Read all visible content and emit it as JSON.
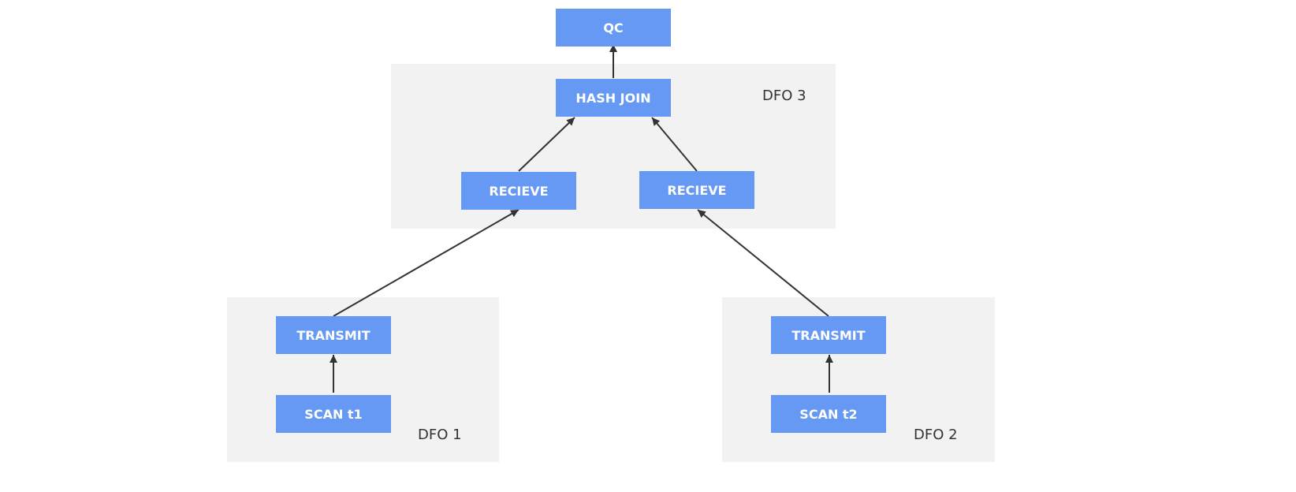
{
  "colors": {
    "node_fill": "#6699f3",
    "node_text": "#ffffff",
    "region_fill": "#f2f2f2",
    "edge": "#333333",
    "label_text": "#333333"
  },
  "regions": {
    "dfo3": {
      "label": "DFO 3"
    },
    "dfo1": {
      "label": "DFO 1"
    },
    "dfo2": {
      "label": "DFO 2"
    }
  },
  "nodes": {
    "qc": {
      "label": "QC"
    },
    "hash_join": {
      "label": "HASH JOIN"
    },
    "recieve_left": {
      "label": "RECIEVE"
    },
    "recieve_right": {
      "label": "RECIEVE"
    },
    "transmit_left": {
      "label": "TRANSMIT"
    },
    "transmit_right": {
      "label": "TRANSMIT"
    },
    "scan_t1": {
      "label": "SCAN t1"
    },
    "scan_t2": {
      "label": "SCAN t2"
    }
  },
  "edges": [
    {
      "from": "hash_join",
      "to": "qc"
    },
    {
      "from": "recieve_left",
      "to": "hash_join"
    },
    {
      "from": "recieve_right",
      "to": "hash_join"
    },
    {
      "from": "transmit_left",
      "to": "recieve_left"
    },
    {
      "from": "transmit_right",
      "to": "recieve_right"
    },
    {
      "from": "scan_t1",
      "to": "transmit_left"
    },
    {
      "from": "scan_t2",
      "to": "transmit_right"
    }
  ]
}
